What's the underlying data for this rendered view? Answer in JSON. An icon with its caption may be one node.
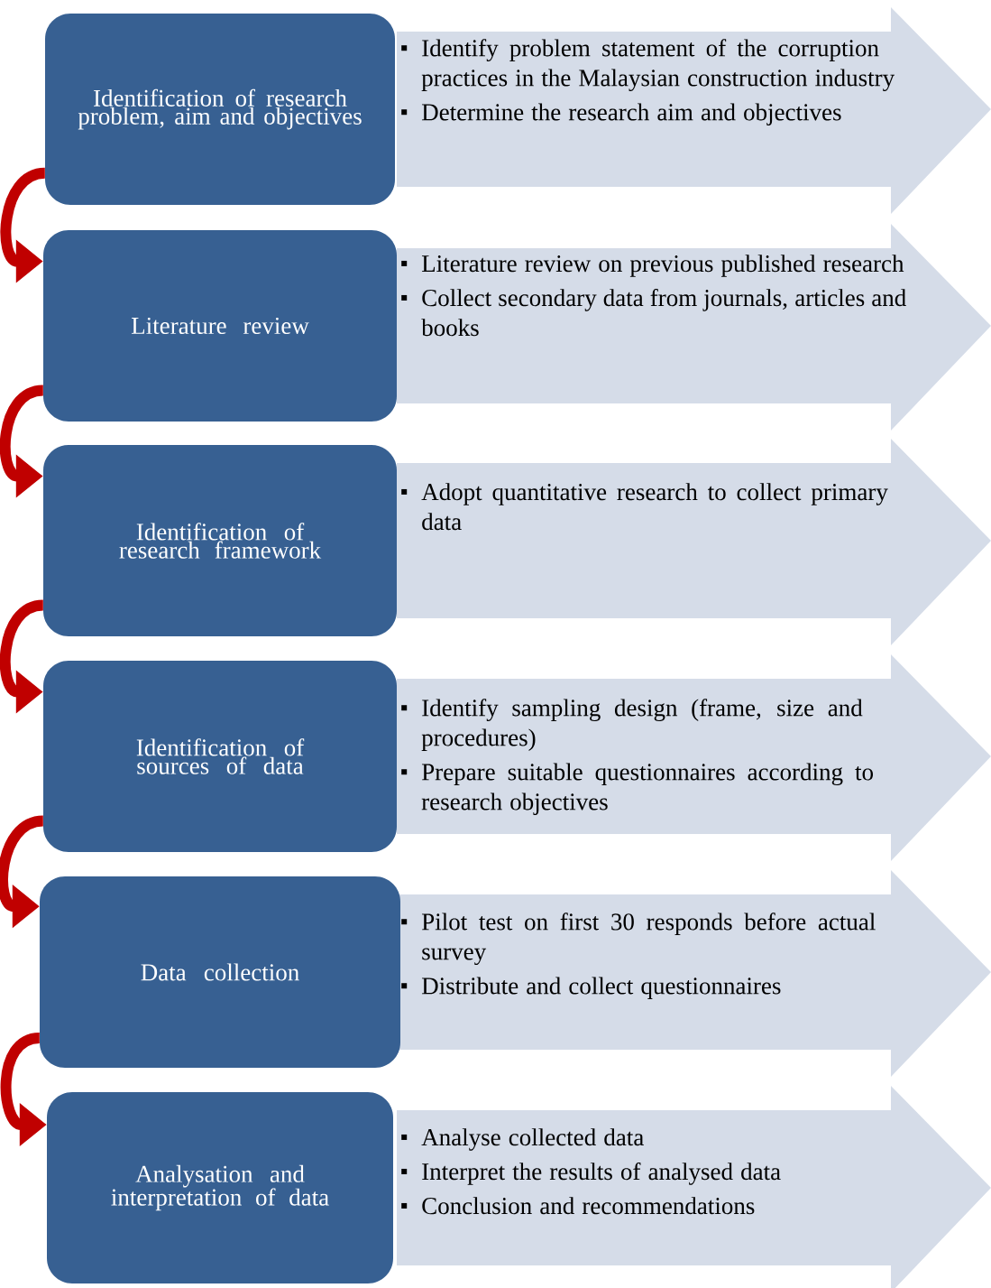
{
  "diagram": {
    "nodes": [
      {
        "text": [
          "Identification of research problem, aim and objectives"
        ]
      },
      {
        "text": [
          "Identify problem statement of the corruption practices in the Malaysian construction industry",
          "Determine the research aim and objectives"
        ]
      },
      {
        "text": [
          "Literature review"
        ]
      },
      {
        "text": [
          "Literature review on previous published research",
          "Collect secondary data from journals, articles and books"
        ]
      },
      {
        "text": [
          "Identification of research framework"
        ]
      },
      {
        "text": [
          "Adopt quantitative research to collect primary data"
        ]
      },
      {
        "text": [
          "Identification of sources of data"
        ]
      },
      {
        "text": [
          "Identify sampling design (frame, size and procedures)",
          "Prepare suitable questionnaires according to research objectives"
        ]
      },
      {
        "text": [
          "Data collection"
        ]
      },
      {
        "text": [
          "Pilot test on first 30 responds before actual survey",
          "Distribute and collect questionnaires"
        ]
      },
      {
        "text": [
          "Analysation and interpretation of data"
        ]
      },
      {
        "text": [
          "Analyse collected data",
          "Interpret the results of analysed data",
          "Conclusion and recommendations"
        ]
      }
    ],
    "edges": [
      {
        "from": 0,
        "to": 2,
        "arrow": "to"
      },
      {
        "from": 2,
        "to": 4,
        "arrow": "to"
      },
      {
        "from": 4,
        "to": 6,
        "arrow": "to"
      },
      {
        "from": 6,
        "to": 8,
        "arrow": "to"
      },
      {
        "from": 8,
        "to": 10,
        "arrow": "to"
      }
    ]
  }
}
